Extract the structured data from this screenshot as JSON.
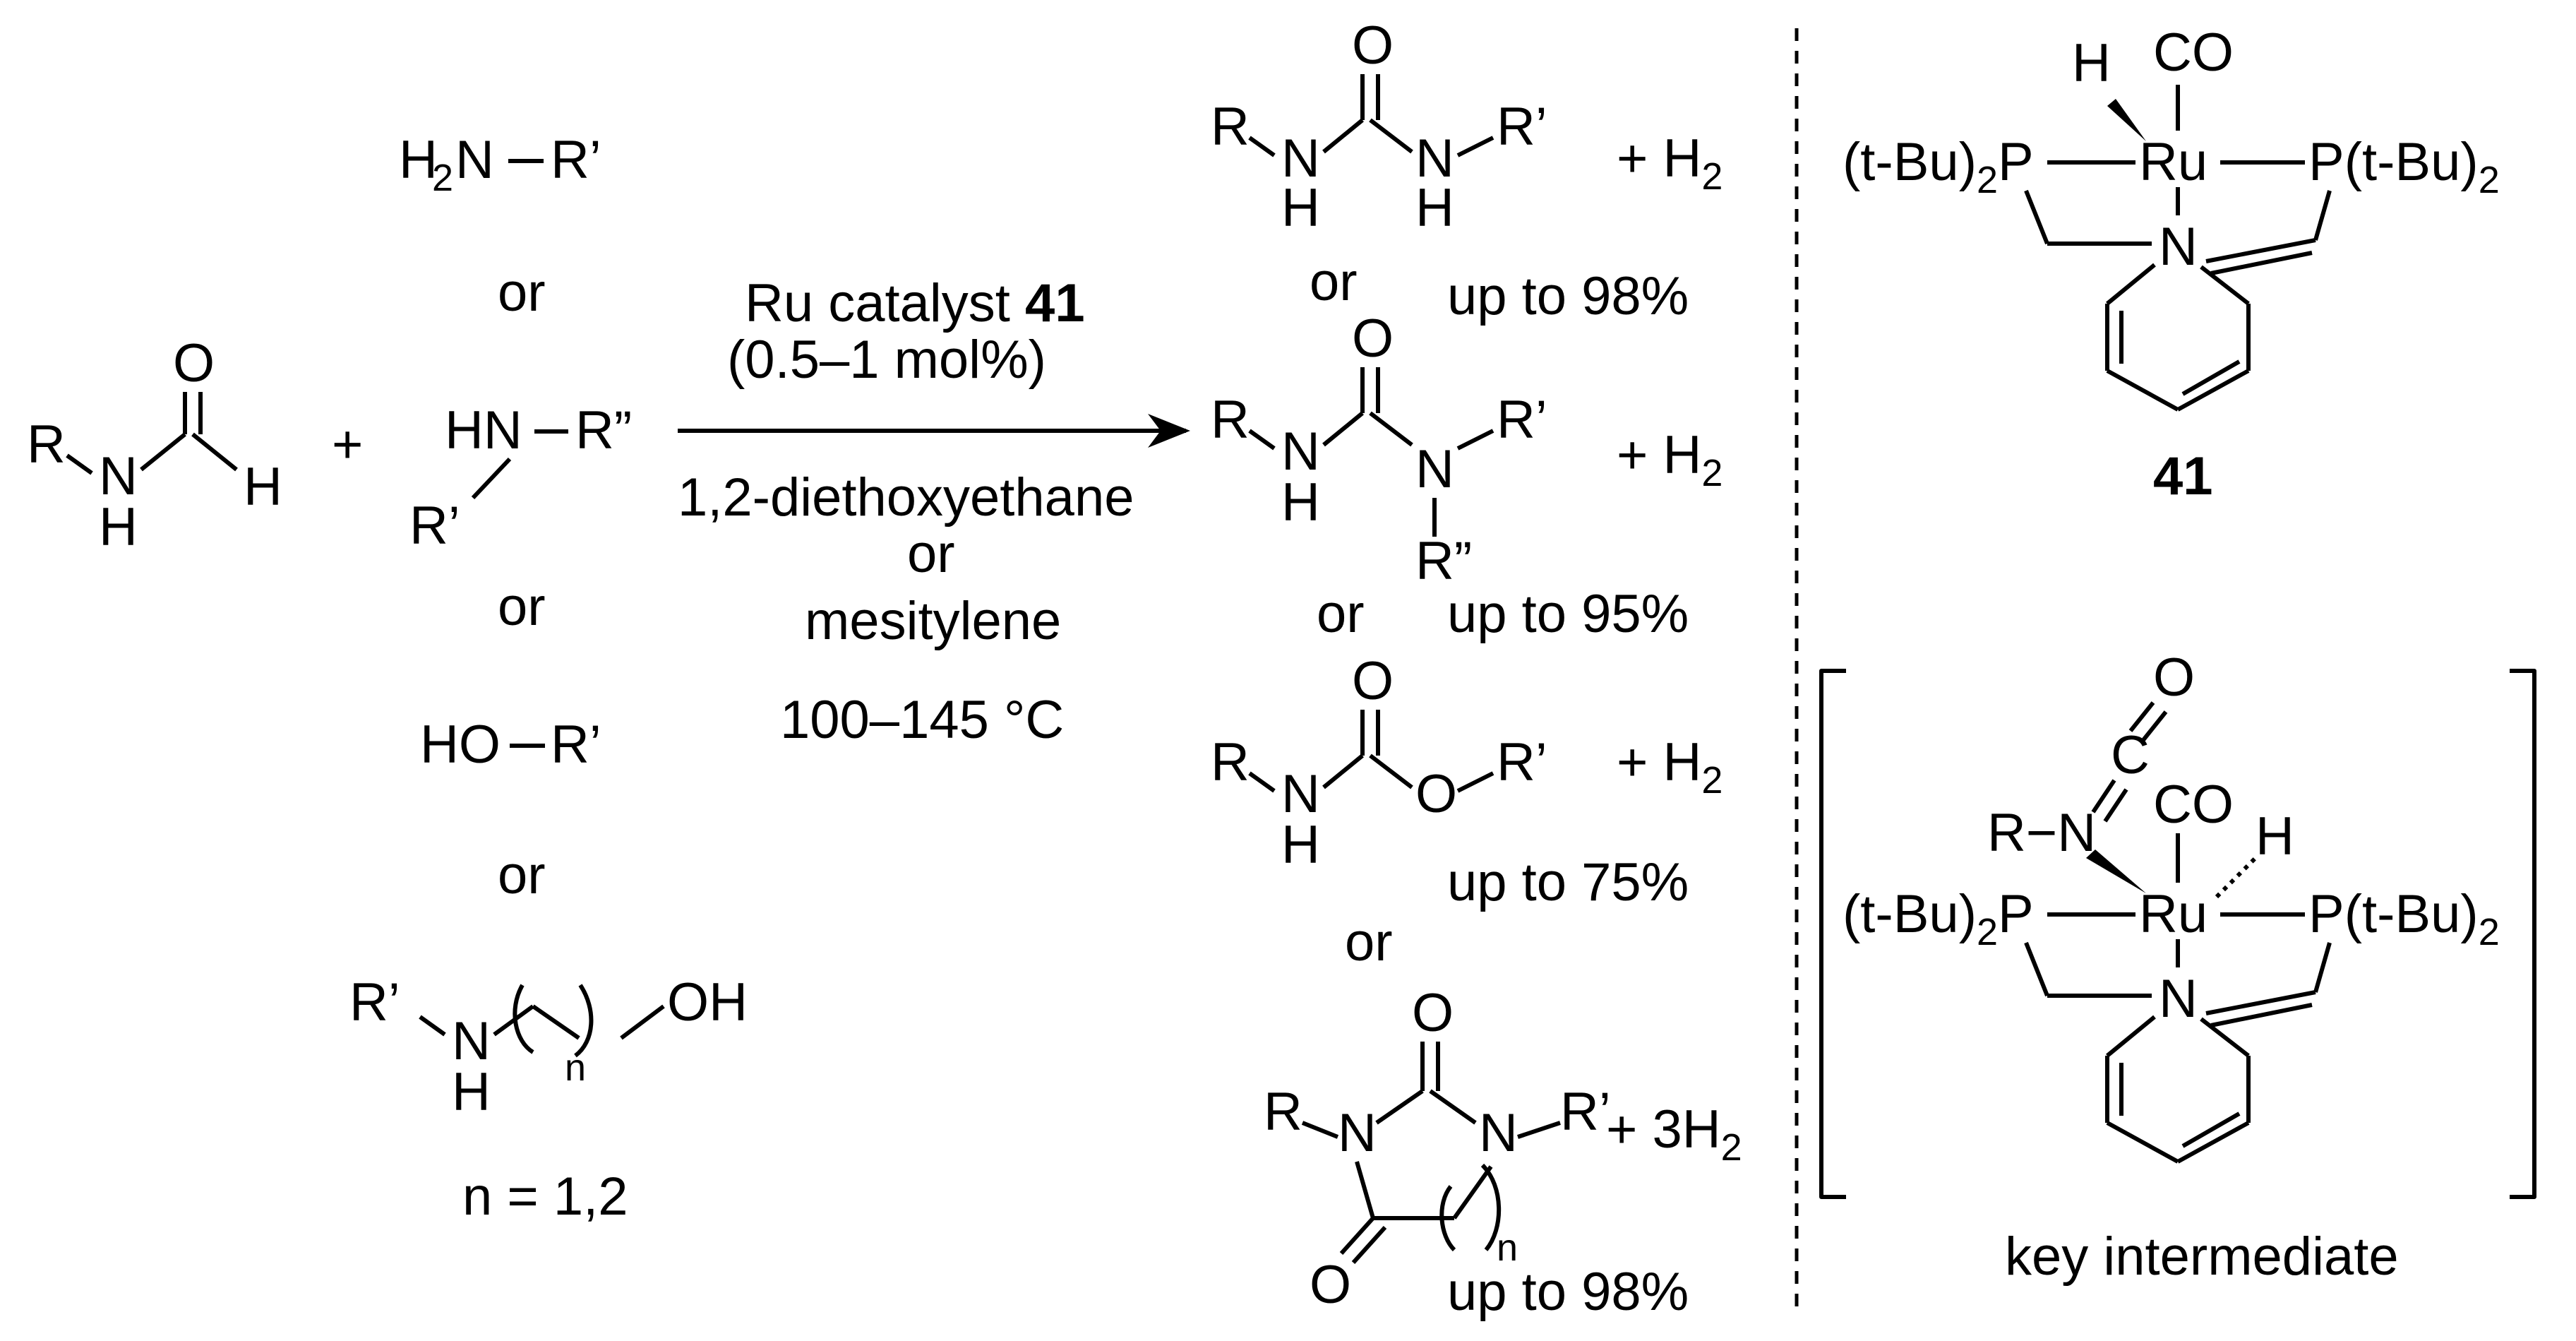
{
  "reactant": {
    "R": "R",
    "N": "N",
    "H_nh": "H",
    "O": "O",
    "H_ald": "H"
  },
  "plus": "+",
  "nucleophiles": {
    "primary_amine": {
      "H": "H",
      "sub2": "2",
      "N": "N",
      "R": "R’"
    },
    "or_1": "or",
    "secondary_amine": {
      "HN": "HN",
      "R2": "R”",
      "R1": "R’"
    },
    "or_2": "or",
    "alcohol": {
      "HO": "HO",
      "R": "R’"
    },
    "or_3": "or",
    "amino_alcohol": {
      "R": "R’",
      "N": "N",
      "H": "H",
      "n": "n",
      "OH": "OH"
    },
    "n_def": "n = 1,2"
  },
  "conditions": {
    "catalyst_prefix": "Ru catalyst ",
    "catalyst_number": "41",
    "loading": "(0.5–1 mol%)",
    "solvent_1": "1,2-diethoxyethane",
    "solvent_or": "or",
    "solvent_2": "mesitylene",
    "temperature": "100–145 °C"
  },
  "products": [
    {
      "R": "R",
      "N1": "N",
      "H1": "H",
      "O": "O",
      "N2": "N",
      "H2": "H",
      "R2": "R’",
      "byproduct": "+ H",
      "by_sub": "2",
      "or": "or",
      "yield": "up to 98%"
    },
    {
      "R": "R",
      "N1": "N",
      "H1": "H",
      "O": "O",
      "N2": "N",
      "R2": "R’",
      "R3": "R”",
      "byproduct": "+ H",
      "by_sub": "2",
      "or": "or",
      "yield": "up to 95%"
    },
    {
      "R": "R",
      "N1": "N",
      "H1": "H",
      "O": "O",
      "O2": "O",
      "R2": "R’",
      "byproduct": "+ H",
      "by_sub": "2",
      "or": "or",
      "yield": "up to 75%"
    },
    {
      "R": "R",
      "N1": "N",
      "O1": "O",
      "N2": "N",
      "R2": "R’",
      "byproduct": "+ 3H",
      "by_sub": "2",
      "O2": "O",
      "n": "n",
      "yield": "up to 98%"
    }
  ],
  "catalyst": {
    "H": "H",
    "CO": "CO",
    "Ru": "Ru",
    "P_left": "(t-Bu)",
    "P_left_sub": "2",
    "P_left_atom": "P",
    "P_right": "P(t-Bu)",
    "P_right_sub": "2",
    "N": "N",
    "label": "41"
  },
  "intermediate": {
    "O": "O",
    "C": "C",
    "RN": "R−N",
    "CO": "CO",
    "H": "H",
    "Ru": "Ru",
    "P_left": "(t-Bu)",
    "P_left_sub": "2",
    "P_left_atom": "P",
    "P_right": "P(t-Bu)",
    "P_right_sub": "2",
    "N": "N",
    "label": "key intermediate"
  },
  "colors": {
    "ink": "#000000",
    "background": "#ffffff"
  }
}
